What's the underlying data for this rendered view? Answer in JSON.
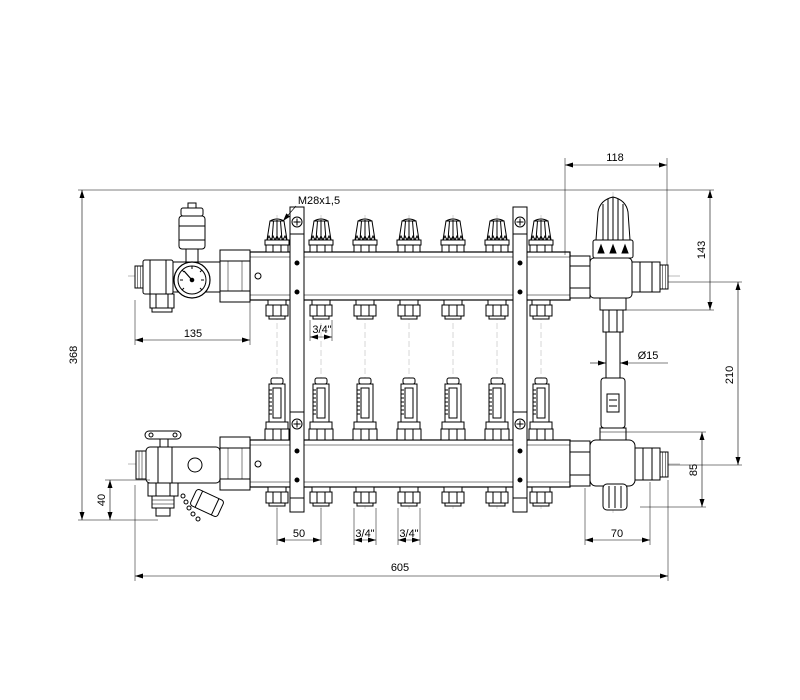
{
  "dimensions": {
    "dim_118": "118",
    "dim_thread": "M28x1,5",
    "dim_143": "143",
    "dim_368": "368",
    "dim_135": "135",
    "dim_top_outlet": "3/4\"",
    "dim_pipe": "Ø15",
    "dim_210": "210",
    "dim_85": "85",
    "dim_40": "40",
    "dim_50": "50",
    "dim_outlet_1": "3/4\"",
    "dim_outlet_2": "3/4\"",
    "dim_70": "70",
    "dim_605": "605"
  },
  "colors": {
    "stroke": "#000000",
    "background": "#ffffff"
  }
}
